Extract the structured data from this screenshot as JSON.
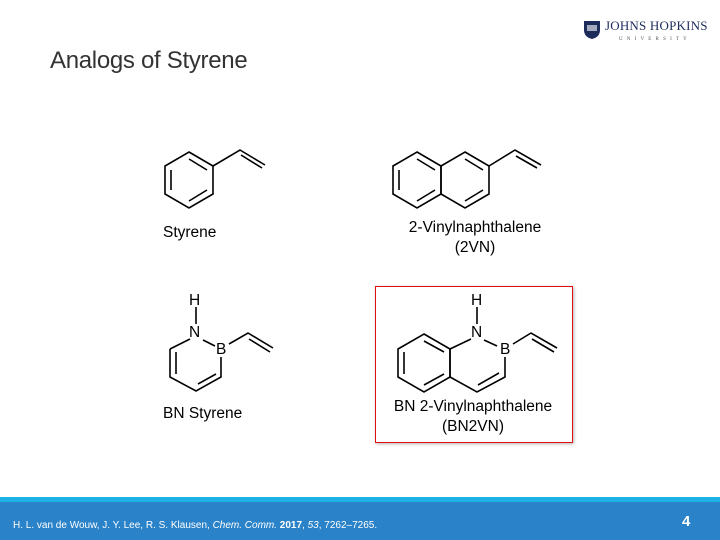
{
  "slide": {
    "title": "Analogs of Styrene",
    "page_number": "4"
  },
  "logo": {
    "name": "Johns Hopkins",
    "subtitle": "UNIVERSITY"
  },
  "molecules": [
    {
      "name": "Styrene"
    },
    {
      "name": "2-Vinylnaphthalene",
      "abbr": "(2VN)"
    },
    {
      "name": "BN Styrene",
      "atoms": {
        "h": "H",
        "n": "N",
        "b": "B"
      }
    },
    {
      "name": "BN 2-Vinylnaphthalene",
      "abbr": "(BN2VN)",
      "atoms": {
        "h": "H",
        "n": "N",
        "b": "B"
      },
      "highlighted": true
    }
  ],
  "citation": {
    "authors": "H. L. van de Wouw, J. Y. Lee, R. S. Klausen, ",
    "journal": "Chem. Comm.",
    "year": "2017",
    "volume": "53",
    "pages": ", 7262–7265."
  },
  "colors": {
    "footer": "#2a82c8",
    "strip": "#1fb0e6",
    "highlight": "#e01010"
  }
}
